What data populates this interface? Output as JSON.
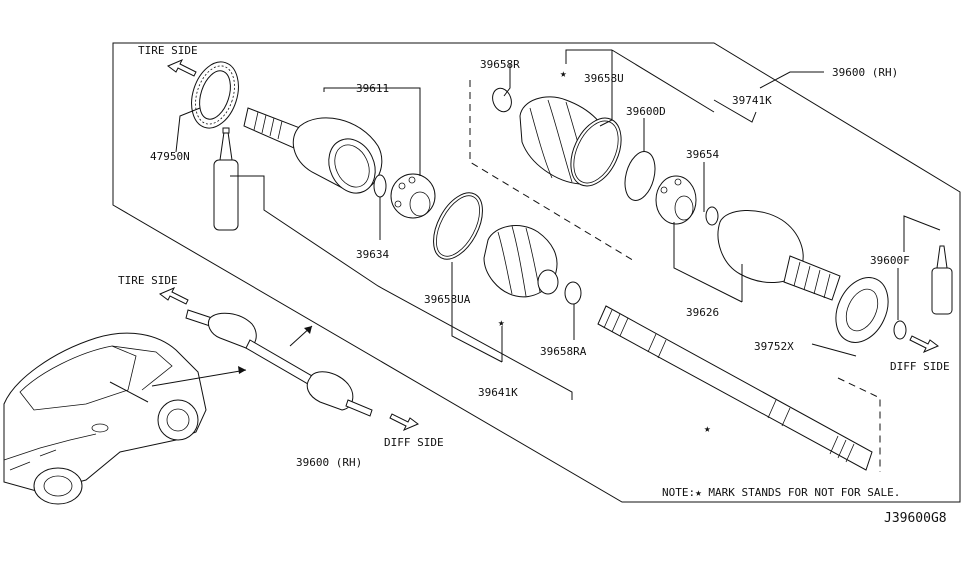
{
  "labels": {
    "tire_side_top": "TIRE SIDE",
    "tire_side_left": "TIRE SIDE",
    "diff_side_right": "DIFF SIDE",
    "diff_side_bottom": "DIFF SIDE",
    "p47950N": "47950N",
    "p39611": "39611",
    "p39634": "39634",
    "p39658R": "39658R",
    "star_top": "★",
    "p39658U": "39658U",
    "p39600D": "39600D",
    "p39600RH_top": "39600 (RH)",
    "p39741K": "39741K",
    "p39654": "39654",
    "p39600F": "39600F",
    "p39626": "39626",
    "p39752X": "39752X",
    "p39658UA": "39658UA",
    "star_mid": "★",
    "p39658RA": "39658RA",
    "p39641K": "39641K",
    "star_shaft": "★",
    "p39600RH_bottom": "39600 (RH)",
    "note": "NOTE:★ MARK STANDS FOR NOT FOR SALE.",
    "diagram_code": "J39600G8"
  }
}
